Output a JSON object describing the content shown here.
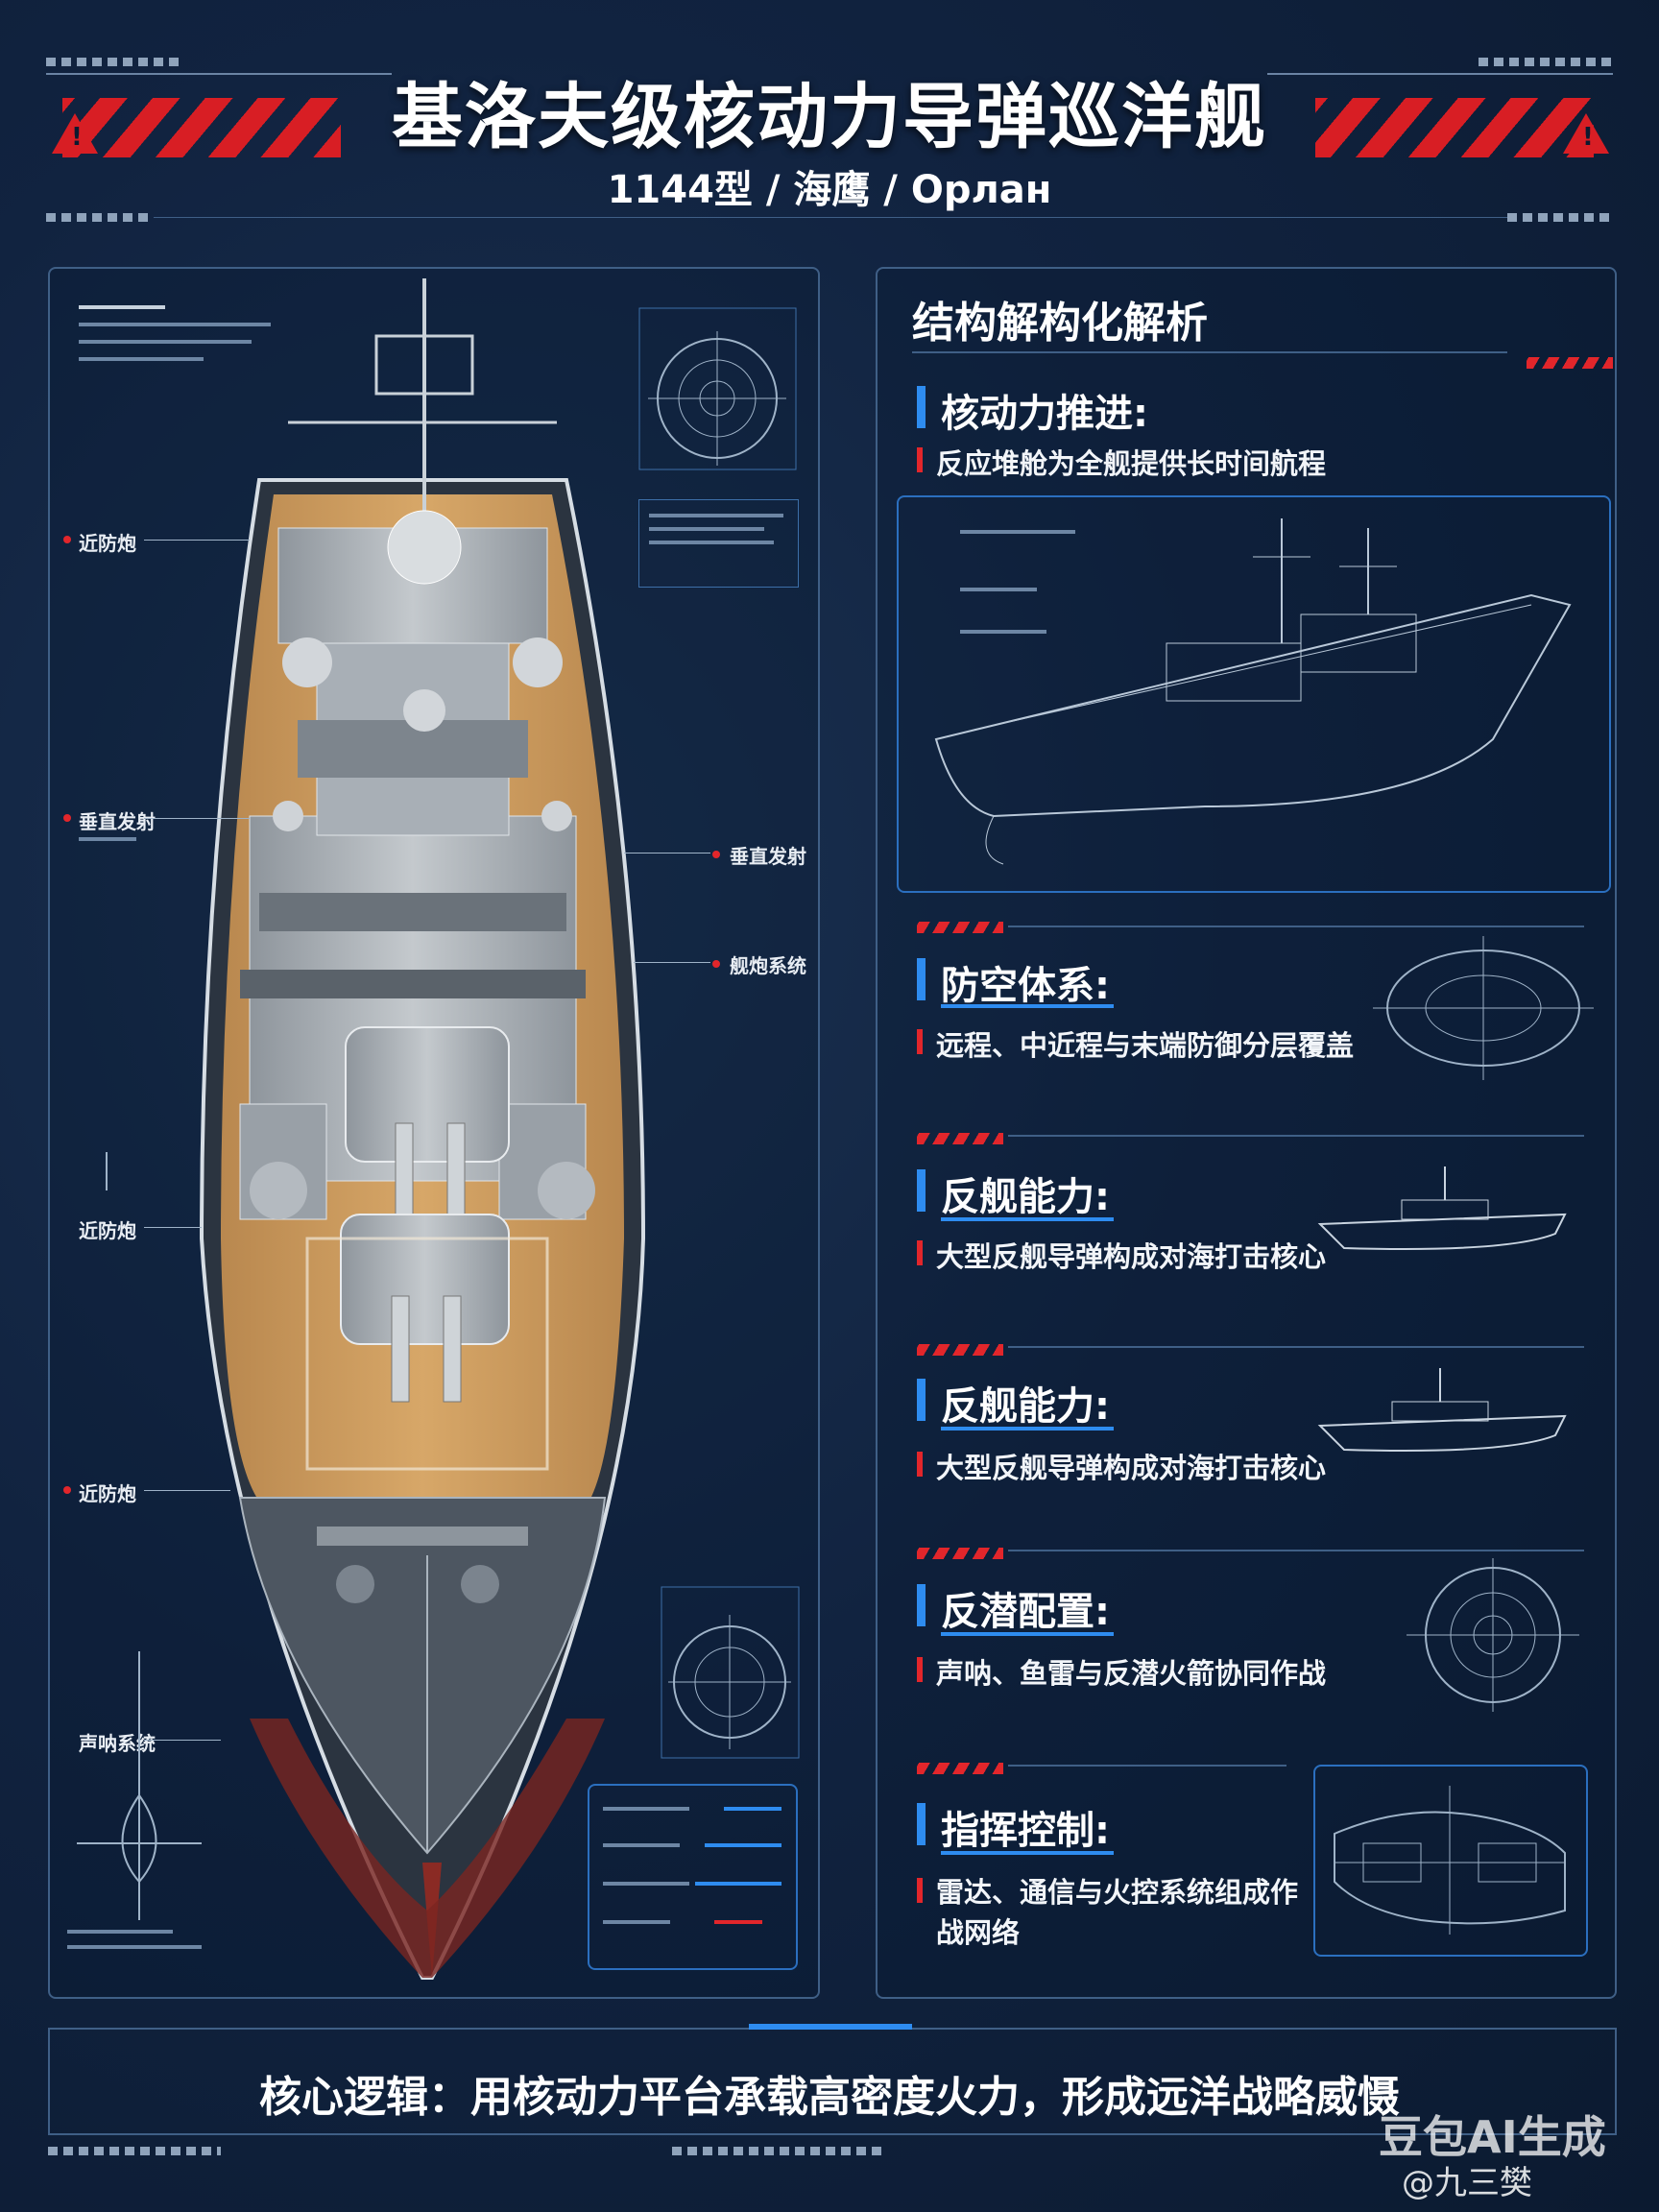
{
  "header": {
    "title": "基洛夫级核动力导弹巡洋舰",
    "subtitle": "1144型 / 海鹰 / Орлан"
  },
  "left_panel": {
    "callouts": [
      "近防炮",
      "垂直发射",
      "近防炮",
      "近防炮",
      "声呐系统"
    ],
    "right_callouts": [
      "垂直发射",
      "舰炮系统"
    ]
  },
  "right_panel": {
    "title": "结构解构化解析",
    "sections": [
      {
        "title": "核动力推进:",
        "desc": "反应堆舱为全舰提供长时间航程"
      },
      {
        "title": "防空体系:",
        "desc": "远程、中近程与末端防御分层覆盖"
      },
      {
        "title": "反舰能力:",
        "desc": "大型反舰导弹构成对海打击核心"
      },
      {
        "title": "反舰能力:",
        "desc": "大型反舰导弹构成对海打击核心"
      },
      {
        "title": "反潜配置:",
        "desc": "声呐、鱼雷与反潜火箭协同作战"
      },
      {
        "title": "指挥控制:",
        "desc": "雷达、通信与火控系统组成作战网络"
      }
    ]
  },
  "footer": {
    "text": "核心逻辑：用核动力平台承载高密度火力，形成远洋战略威慑"
  },
  "watermark": {
    "brand": "豆包AI生成",
    "handle": "@九三樊"
  },
  "colors": {
    "accent_red": "#e2262b",
    "accent_blue": "#2e8cf0",
    "background": "#112340",
    "deck": "#c79a5c"
  }
}
